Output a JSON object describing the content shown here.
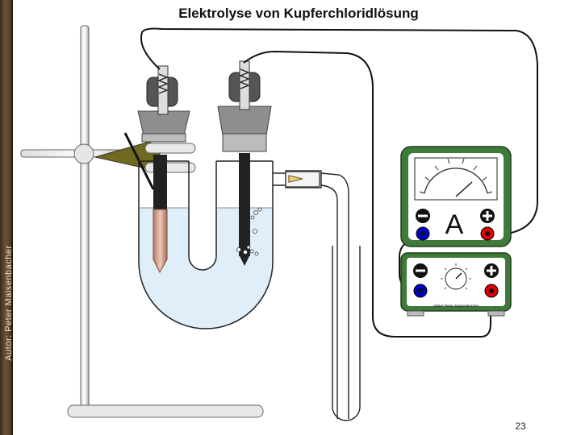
{
  "slide": {
    "title": "Elektrolyse von Kupferchloridlösung",
    "author": "Autor: Peter Maisenbacher",
    "page_number": "23"
  },
  "ammeter": {
    "unit_label": "A",
    "minus": "−",
    "plus": "+"
  },
  "power_supply": {
    "brand": "Abbel Peter Maisenbacher",
    "minus": "−",
    "plus": "+"
  },
  "colors": {
    "meter_green": "#3f7a3a",
    "liquid": "#dfeef8",
    "stopper": "#8e8e8e",
    "terminal_red": "#e00000",
    "terminal_blue": "#0000cc",
    "clamp_olive": "#6f6a1f"
  }
}
